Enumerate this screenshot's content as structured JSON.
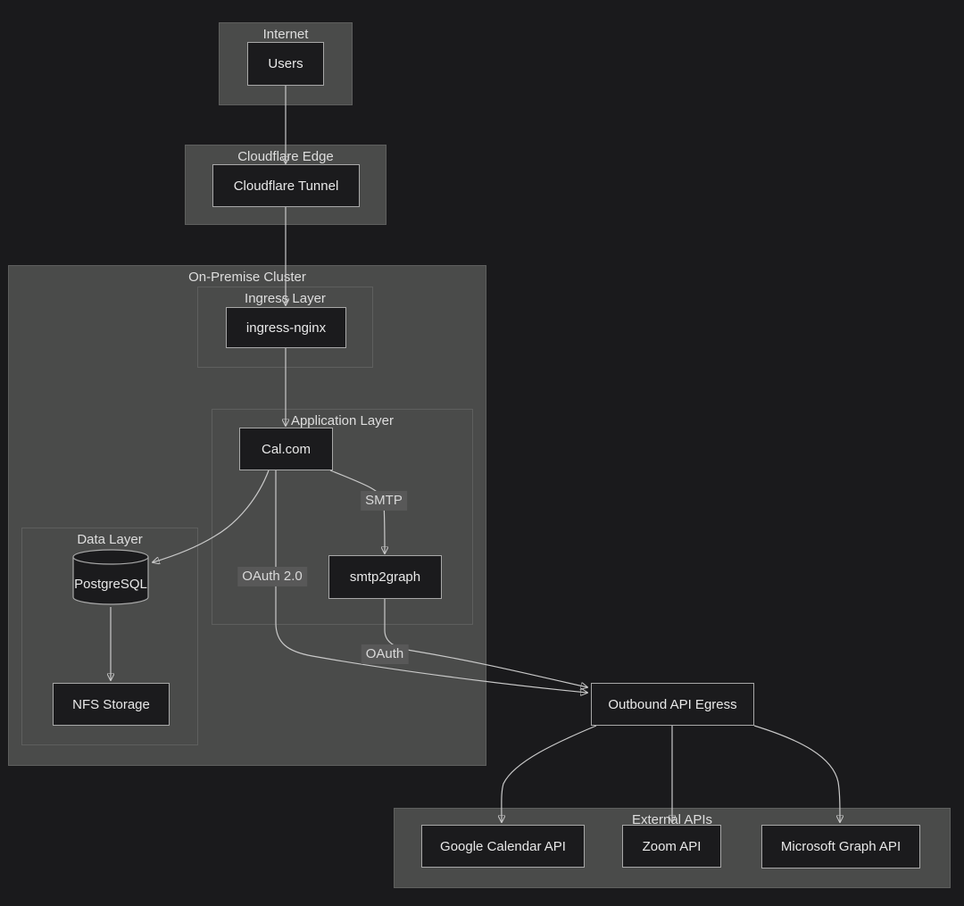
{
  "diagram": {
    "containers": {
      "internet": {
        "title": "Internet"
      },
      "cloudflare_edge": {
        "title": "Cloudflare Edge"
      },
      "on_premise": {
        "title": "On-Premise Cluster"
      },
      "ingress_layer": {
        "title": "Ingress Layer"
      },
      "application_layer": {
        "title": "Application Layer"
      },
      "data_layer": {
        "title": "Data Layer"
      },
      "external_apis": {
        "title": "External APIs"
      }
    },
    "nodes": {
      "users": {
        "label": "Users"
      },
      "cloudflare_tunnel": {
        "label": "Cloudflare Tunnel"
      },
      "ingress_nginx": {
        "label": "ingress-nginx"
      },
      "cal_com": {
        "label": "Cal.com"
      },
      "smtp2graph": {
        "label": "smtp2graph"
      },
      "postgresql": {
        "label": "PostgreSQL",
        "shape": "cylinder"
      },
      "nfs_storage": {
        "label": "NFS Storage"
      },
      "outbound_api_egress": {
        "label": "Outbound API Egress"
      },
      "google_calendar_api": {
        "label": "Google Calendar API"
      },
      "zoom_api": {
        "label": "Zoom API"
      },
      "microsoft_graph_api": {
        "label": "Microsoft Graph API"
      }
    },
    "edges": [
      {
        "from": "Users",
        "to": "Cloudflare Tunnel",
        "label": ""
      },
      {
        "from": "Cloudflare Tunnel",
        "to": "ingress-nginx",
        "label": ""
      },
      {
        "from": "ingress-nginx",
        "to": "Cal.com",
        "label": ""
      },
      {
        "from": "Cal.com",
        "to": "PostgreSQL",
        "label": ""
      },
      {
        "from": "Cal.com",
        "to": "smtp2graph",
        "label": "SMTP"
      },
      {
        "from": "Cal.com",
        "to": "Outbound API Egress",
        "label": "OAuth 2.0"
      },
      {
        "from": "smtp2graph",
        "to": "Outbound API Egress",
        "label": "OAuth"
      },
      {
        "from": "PostgreSQL",
        "to": "NFS Storage",
        "label": ""
      },
      {
        "from": "Outbound API Egress",
        "to": "Google Calendar API",
        "label": ""
      },
      {
        "from": "Outbound API Egress",
        "to": "Zoom API",
        "label": ""
      },
      {
        "from": "Outbound API Egress",
        "to": "Microsoft Graph API",
        "label": ""
      }
    ],
    "colors": {
      "background": "#1a1a1c",
      "cluster_fill": "#4a4b4a",
      "cluster_border": "#5e5f5e",
      "node_fill": "#1b1b1d",
      "node_border": "#a8a8a8",
      "node_text": "#e8e8e8",
      "cluster_title_text": "#dedede",
      "edge_stroke": "#c9c9c9",
      "edge_label_bg": "#585858",
      "edge_label_text": "#d9d9d9"
    }
  }
}
